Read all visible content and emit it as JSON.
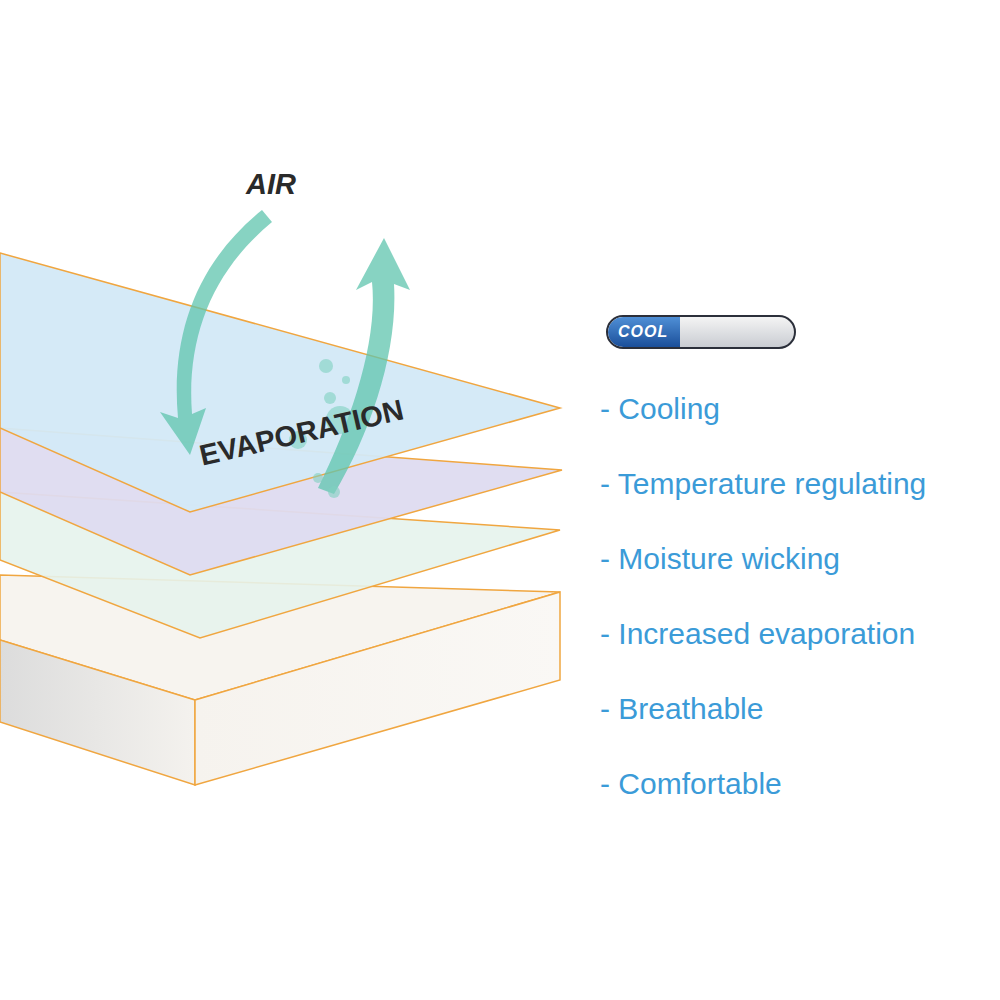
{
  "diagram": {
    "nodes": [
      {
        "text": [
          "COOL"
        ]
      }
    ],
    "labels": [
      "AIR",
      "EVAPORATION",
      "- Cooling",
      "- Temperature regulating",
      "- Moisture wicking",
      "- Increased evaporation",
      "- Breathable",
      "- Comfortable"
    ]
  }
}
